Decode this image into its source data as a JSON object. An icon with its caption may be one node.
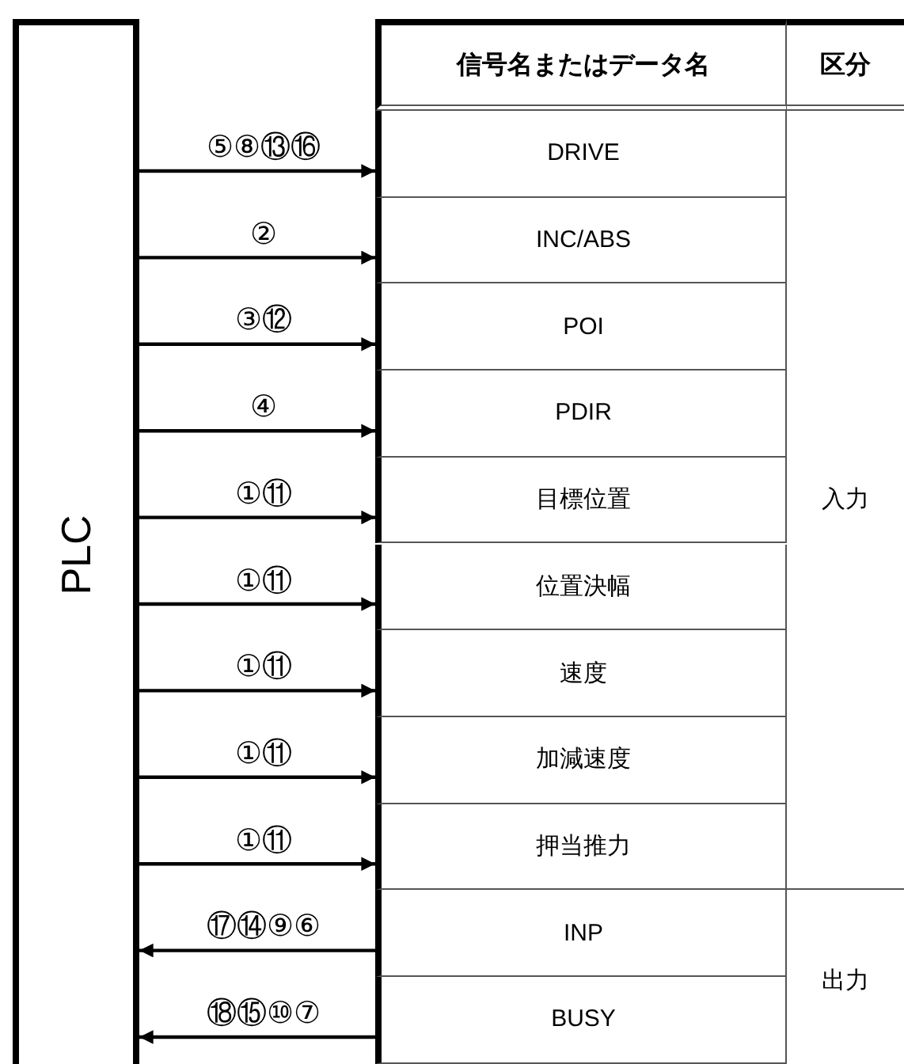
{
  "diagram": {
    "nodes": [
      {
        "text": [
          "PLC"
        ]
      },
      {
        "text": [
          "DRIVE"
        ]
      },
      {
        "text": [
          "INC/ABS"
        ]
      },
      {
        "text": [
          "POI"
        ]
      },
      {
        "text": [
          "PDIR"
        ]
      },
      {
        "text": [
          "目標位置"
        ]
      },
      {
        "text": [
          "位置決幅"
        ]
      },
      {
        "text": [
          "速度"
        ]
      },
      {
        "text": [
          "加減速度"
        ]
      },
      {
        "text": [
          "押当推力"
        ]
      },
      {
        "text": [
          "INP"
        ]
      },
      {
        "text": [
          "BUSY"
        ]
      }
    ],
    "edges": [
      {
        "from": 0,
        "to": 1,
        "arrow": "to",
        "label": "⑤⑧⑬⑯"
      },
      {
        "from": 0,
        "to": 2,
        "arrow": "to",
        "label": "②"
      },
      {
        "from": 0,
        "to": 3,
        "arrow": "to",
        "label": "③⑫"
      },
      {
        "from": 0,
        "to": 4,
        "arrow": "to",
        "label": "④"
      },
      {
        "from": 0,
        "to": 5,
        "arrow": "to",
        "label": "①⑪"
      },
      {
        "from": 0,
        "to": 6,
        "arrow": "to",
        "label": "①⑪"
      },
      {
        "from": 0,
        "to": 7,
        "arrow": "to",
        "label": "①⑪"
      },
      {
        "from": 0,
        "to": 8,
        "arrow": "to",
        "label": "①⑪"
      },
      {
        "from": 0,
        "to": 9,
        "arrow": "to",
        "label": "①⑪"
      },
      {
        "from": 10,
        "to": 0,
        "arrow": "to",
        "label": "⑰⑭⑨⑥"
      },
      {
        "from": 11,
        "to": 0,
        "arrow": "to",
        "label": "⑱⑮⑩⑦"
      }
    ],
    "labels": [
      "信号名またはデータ名",
      "区分",
      "入力",
      "出力"
    ]
  }
}
